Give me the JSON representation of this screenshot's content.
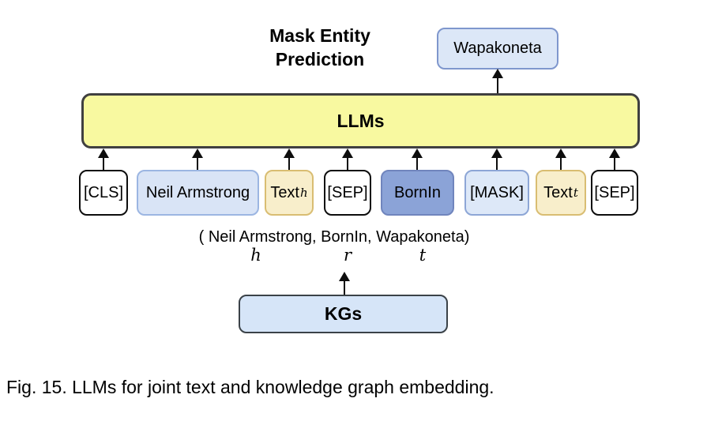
{
  "figure": {
    "task_title": {
      "line1": "Mask Entity",
      "line2": "Prediction"
    },
    "prediction": {
      "label": "Wapakoneta"
    },
    "model": {
      "label": "LLMs"
    },
    "tokens": [
      {
        "label": "[CLS]"
      },
      {
        "label": "Neil Armstrong"
      },
      {
        "label": "Text",
        "sub": "h"
      },
      {
        "label": "[SEP]"
      },
      {
        "label": "BornIn"
      },
      {
        "label": "[MASK]"
      },
      {
        "label": "Text",
        "sub": "t"
      },
      {
        "label": "[SEP]"
      }
    ],
    "triple": {
      "text": "( Neil Armstrong, BornIn, Wapakoneta)",
      "head": "h",
      "relation": "r",
      "tail": "t"
    },
    "knowledge_graph": {
      "label": "KGs"
    },
    "caption": "Fig. 15. LLMs for joint text and knowledge graph embedding."
  },
  "colors": {
    "llm_fill": "#f8f9a0",
    "llm_border": "#404040",
    "entity_fill": "#d9e4f6",
    "entity_border": "#9cb6e2",
    "text_token_fill": "#f8eecb",
    "text_token_border": "#d9bd72",
    "special_token_fill": "#ffffff",
    "special_token_border": "#0d0d0d",
    "relation_fill": "#8ba3d7",
    "relation_border": "#7085bd",
    "mask_fill": "#dde8f8",
    "mask_border": "#8da6d6",
    "prediction_fill": "#dce7f7",
    "prediction_border": "#7f97cd",
    "kg_fill": "#d6e5f8",
    "kg_border": "#3b4248",
    "arrow": "#0d0d0d"
  }
}
